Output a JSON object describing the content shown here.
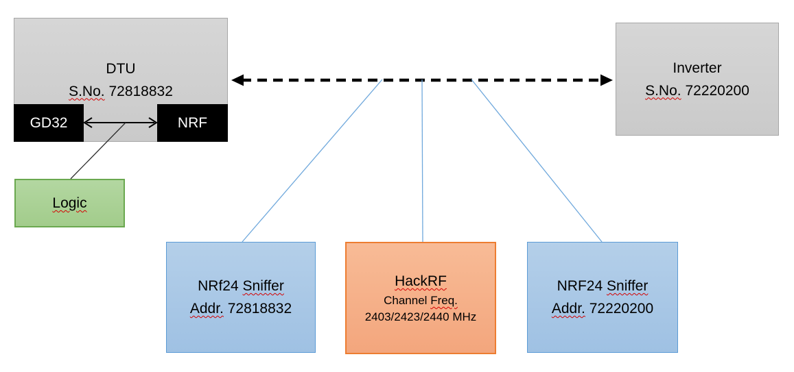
{
  "diagram": {
    "nodes": {
      "dtu": {
        "title": "DTU",
        "serial_label": "S.No.",
        "serial_value": "72818832"
      },
      "gd32": {
        "label": "GD32"
      },
      "nrf": {
        "label": "NRF"
      },
      "logic": {
        "label": "Logic"
      },
      "inverter": {
        "title": "Inverter",
        "serial_label": "S.No.",
        "serial_value": "72220200"
      },
      "sniffer_left": {
        "name": "NRf24",
        "name_word": "Sniffer",
        "addr_label": "Addr.",
        "addr_value": "72818832"
      },
      "hackrf": {
        "title": "HackRF",
        "channel_label": "Channel",
        "channel_word": "Freq.",
        "frequencies": "2403/2423/2440 MHz"
      },
      "sniffer_right": {
        "name": "NRF24",
        "name_word": "Sniffer",
        "addr_label": "Addr.",
        "addr_value": "72220200"
      }
    },
    "edges": [
      {
        "from": "DTU",
        "to": "Inverter",
        "style": "dashed-double-arrow"
      },
      {
        "from": "GD32",
        "to": "NRF",
        "style": "double-arrow"
      },
      {
        "from": "GD32-NRF bus",
        "to": "Logic",
        "style": "thin-line"
      },
      {
        "from": "wireless-link",
        "to": "NRf24 Sniffer 72818832",
        "style": "thin-blue-line"
      },
      {
        "from": "wireless-link",
        "to": "HackRF",
        "style": "thin-blue-line"
      },
      {
        "from": "wireless-link",
        "to": "NRF24 Sniffer 72220200",
        "style": "thin-blue-line"
      }
    ],
    "colors": {
      "gray_fill": "#d1d1d1",
      "gray_border": "#a6a6a6",
      "black_fill": "#000000",
      "blue_fill": "#a9c8e6",
      "blue_border": "#5b9bd5",
      "orange_fill": "#f5ad87",
      "orange_border": "#ed7d31",
      "green_fill": "#aad293",
      "green_border": "#6aa84f",
      "connector_blue": "#6fa8dc",
      "arrow_black": "#000000",
      "spellcheck_red": "#d40000",
      "text_dark": "#000000",
      "text_light": "#ffffff"
    }
  }
}
